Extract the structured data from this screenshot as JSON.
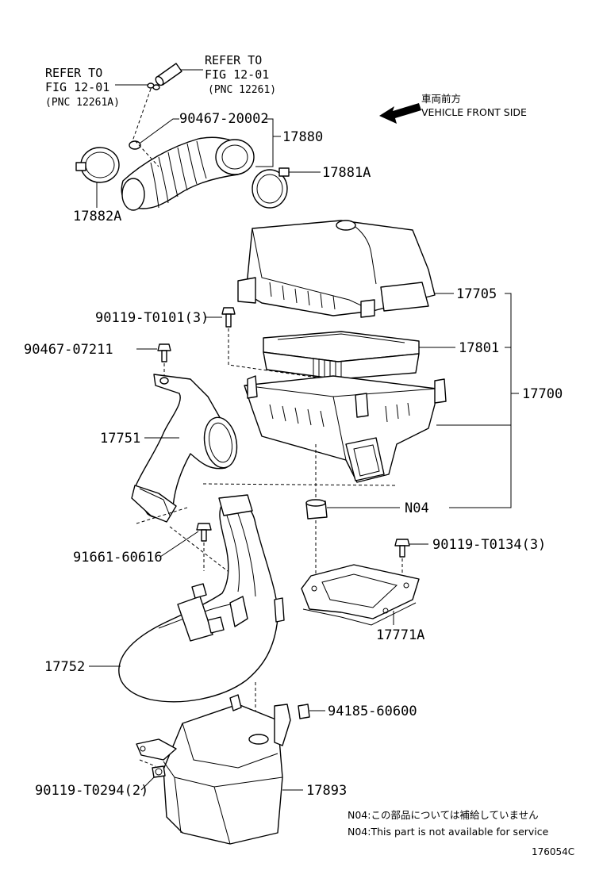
{
  "refs": {
    "left": {
      "line1": "REFER TO",
      "line2": "FIG 12-01",
      "pnc": "(PNC 12261A)"
    },
    "right": {
      "line1": "REFER TO",
      "line2": "FIG 12-01",
      "pnc": "(PNC 12261)"
    }
  },
  "direction": {
    "jp": "車両前方",
    "en": "VEHICLE FRONT SIDE"
  },
  "parts": {
    "p90467_20002": "90467-20002",
    "p17880": "17880",
    "p17881A": "17881A",
    "p17882A": "17882A",
    "p17705": "17705",
    "p90119_T0101": "90119-T0101(3)",
    "p17801": "17801",
    "p90467_07211": "90467-07211",
    "p17700": "17700",
    "p17751": "17751",
    "pN04": "N04",
    "p91661_60616": "91661-60616",
    "p90119_T0134": "90119-T0134(3)",
    "p17771A": "17771A",
    "p17752": "17752",
    "p94185_60600": "94185-60600",
    "p90119_T0294": "90119-T0294(2)",
    "p17893": "17893"
  },
  "notes": {
    "jp": "N04:この部品については補給していません",
    "en": "N04:This part is not available for service"
  },
  "figure_code": "176054C"
}
